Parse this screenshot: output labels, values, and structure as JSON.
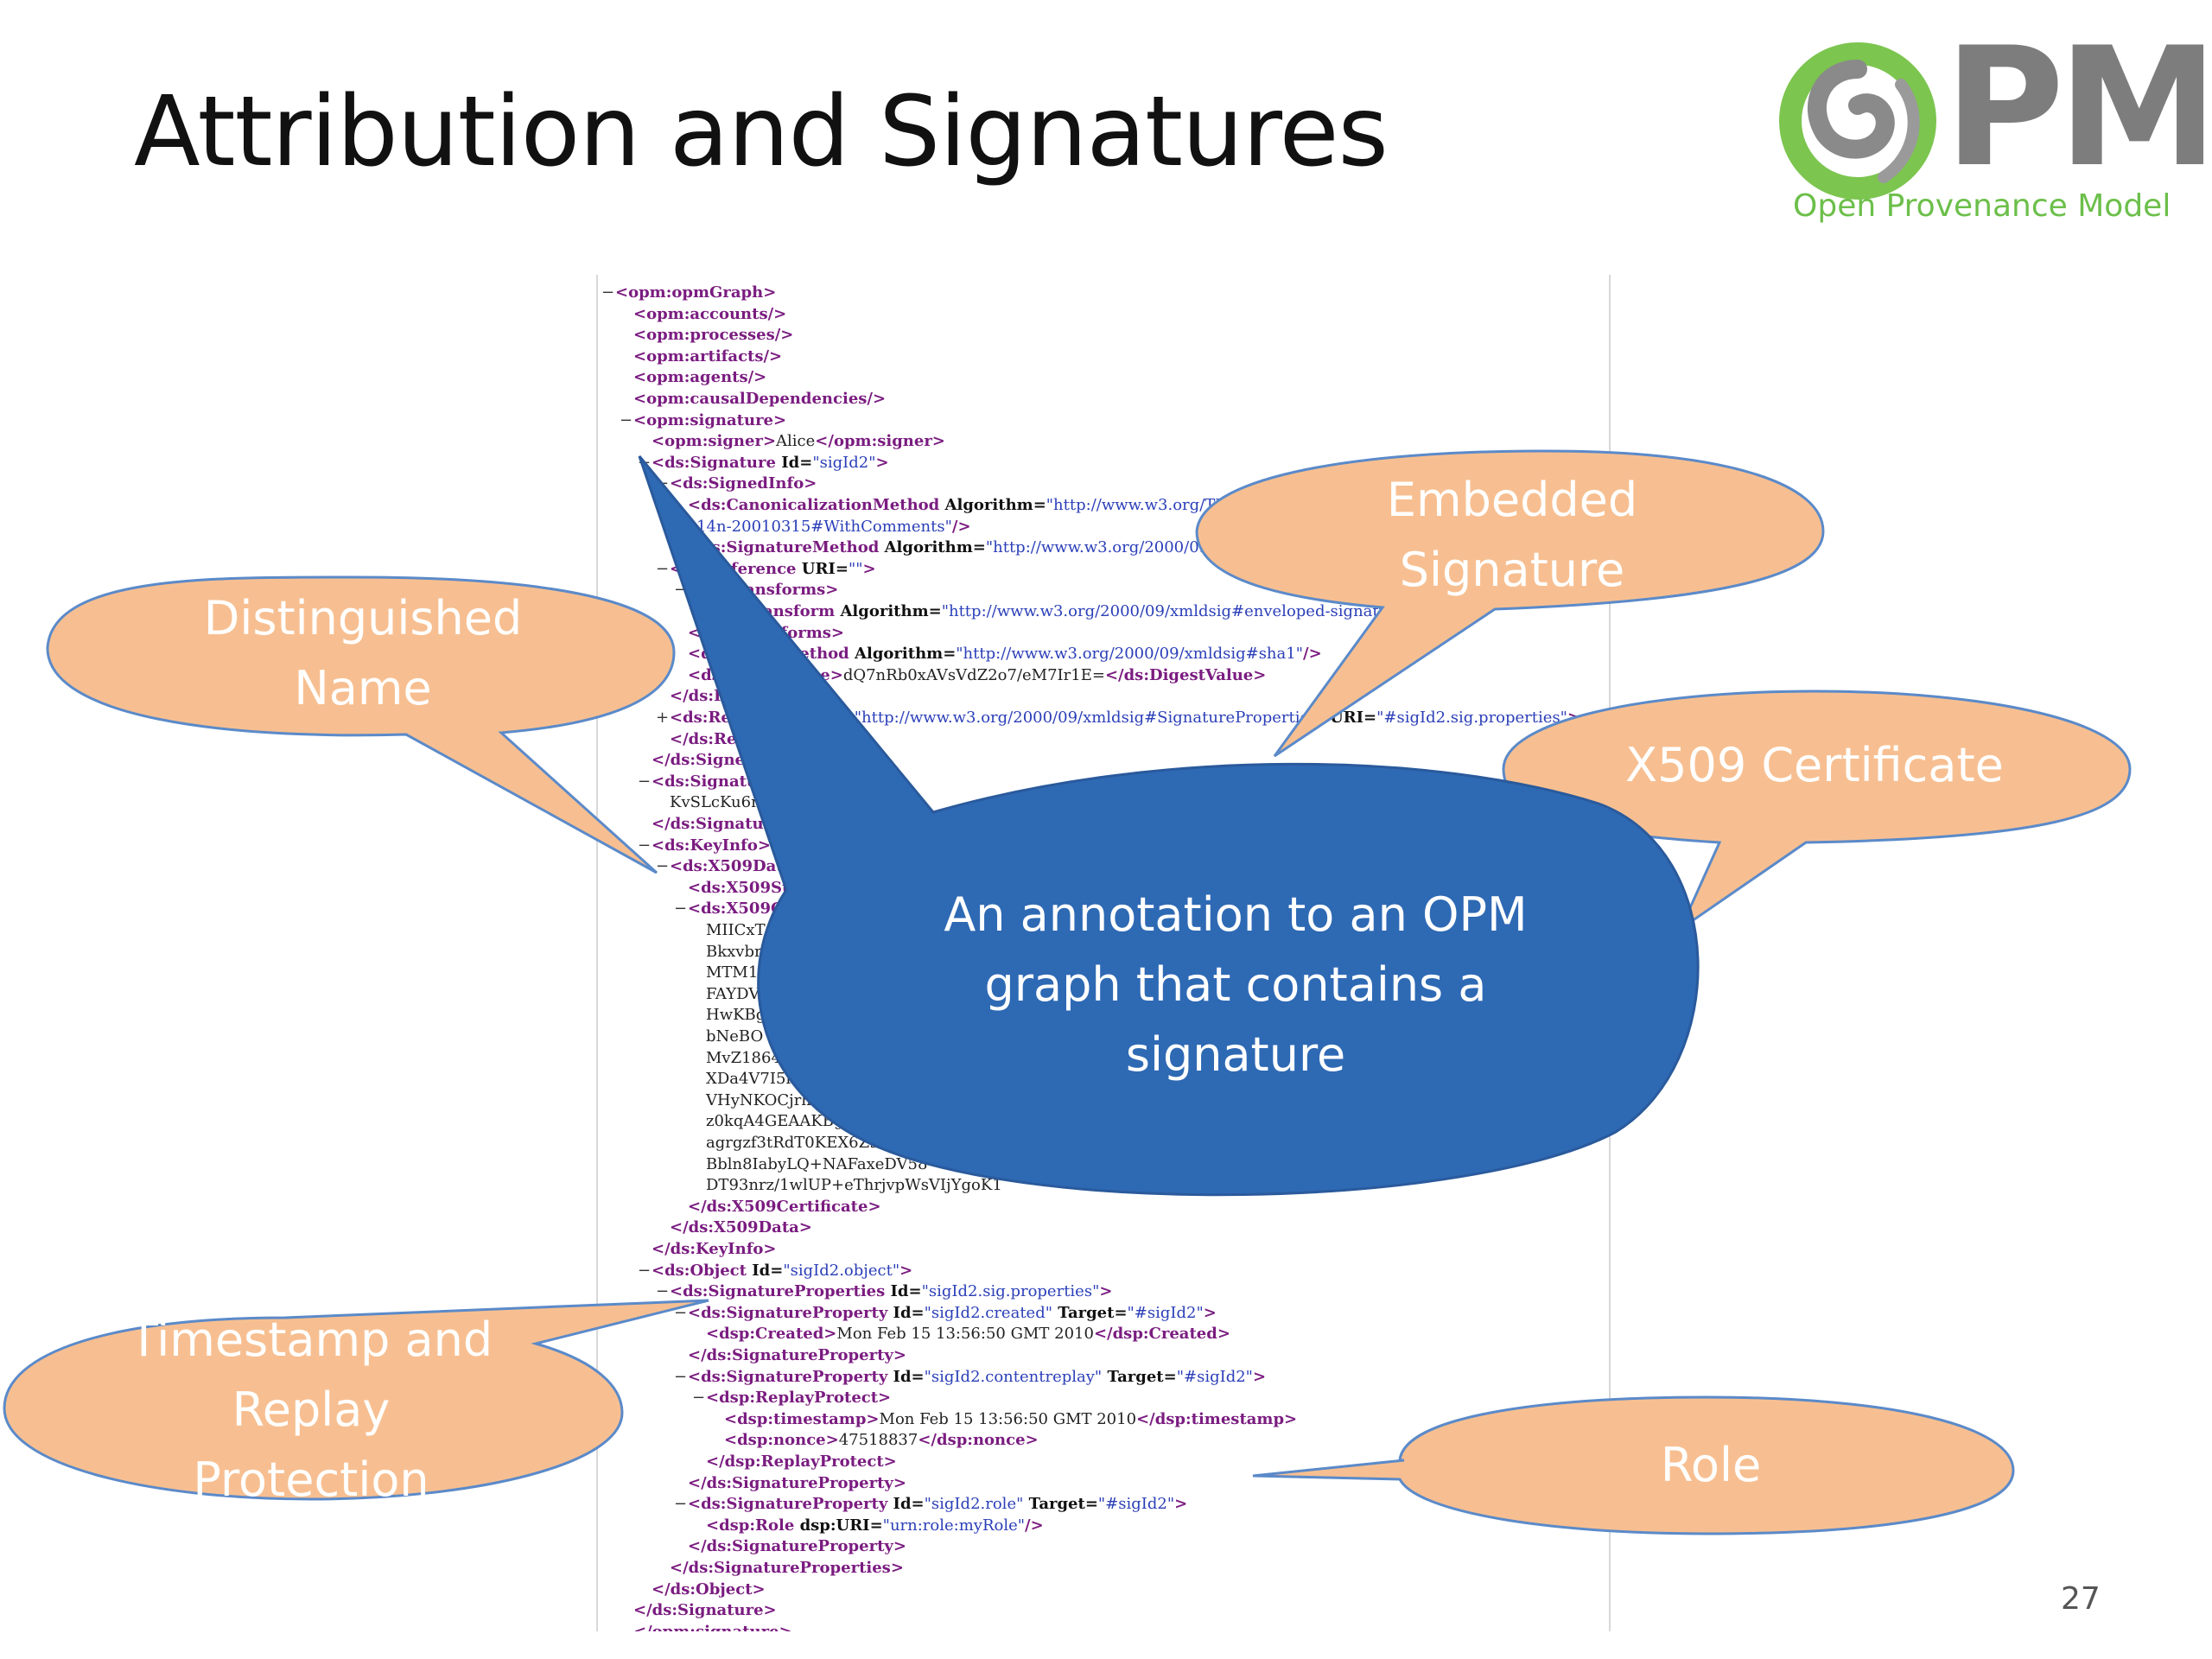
{
  "slide": {
    "title": "Attribution and Signatures",
    "page_number": "27"
  },
  "logo": {
    "letters": "PM",
    "tagline": "Open Provenance Model",
    "colors": {
      "ring": "#7cc54f",
      "swirl": "#8a8a8a",
      "letters": "#7d7d7d",
      "tagline": "#6cbf4a"
    }
  },
  "callouts": {
    "distinguished_name": [
      "Distinguished",
      "Name"
    ],
    "embedded_signature": [
      "Embedded",
      "Signature"
    ],
    "x509_certificate": [
      "X509 Certificate"
    ],
    "annotation": [
      "An annotation to an OPM",
      "graph that contains a",
      "signature"
    ],
    "timestamp": [
      "Timestamp and",
      "Replay",
      "Protection"
    ],
    "role": [
      "Role"
    ]
  },
  "colors": {
    "callout_fill": "#f7bf91",
    "callout_stroke": "#5b8ac9",
    "blue_fill": "#2e69b4",
    "tag": "#7a1c80",
    "value": "#2b3fb8"
  },
  "xml_lines": [
    {
      "indent": 0,
      "toggle": "−",
      "parts": [
        [
          "t",
          "<opm:opmGraph>"
        ]
      ]
    },
    {
      "indent": 1,
      "toggle": "",
      "parts": [
        [
          "t",
          "<opm:accounts/>"
        ]
      ]
    },
    {
      "indent": 1,
      "toggle": "",
      "parts": [
        [
          "t",
          "<opm:processes/>"
        ]
      ]
    },
    {
      "indent": 1,
      "toggle": "",
      "parts": [
        [
          "t",
          "<opm:artifacts/>"
        ]
      ]
    },
    {
      "indent": 1,
      "toggle": "",
      "parts": [
        [
          "t",
          "<opm:agents/>"
        ]
      ]
    },
    {
      "indent": 1,
      "toggle": "",
      "parts": [
        [
          "t",
          "<opm:causalDependencies/>"
        ]
      ]
    },
    {
      "indent": 1,
      "toggle": "−",
      "parts": [
        [
          "t",
          "<opm:signature>"
        ]
      ]
    },
    {
      "indent": 2,
      "toggle": "",
      "parts": [
        [
          "t",
          "<opm:signer>"
        ],
        [
          "x",
          "Alice"
        ],
        [
          "t",
          "</opm:signer>"
        ]
      ]
    },
    {
      "indent": 2,
      "toggle": "−",
      "parts": [
        [
          "t",
          "<ds:Signature "
        ],
        [
          "a",
          "Id="
        ],
        [
          "v",
          "\"sigId2\""
        ],
        [
          "t",
          ">"
        ]
      ]
    },
    {
      "indent": 3,
      "toggle": "−",
      "parts": [
        [
          "t",
          "<ds:SignedInfo>"
        ]
      ]
    },
    {
      "indent": 4,
      "toggle": "",
      "parts": [
        [
          "t",
          "<ds:CanonicalizationMethod "
        ],
        [
          "a",
          "Algorithm="
        ],
        [
          "v",
          "\"http://www.w3.org/TR/2001/REC-xml-"
        ]
      ]
    },
    {
      "indent": 4,
      "toggle": "",
      "parts": [
        [
          "v",
          "c14n-20010315#WithComments\""
        ],
        [
          "t",
          "/>"
        ]
      ]
    },
    {
      "indent": 4,
      "toggle": "",
      "parts": [
        [
          "t",
          "<ds:SignatureMethod "
        ],
        [
          "a",
          "Algorithm="
        ],
        [
          "v",
          "\"http://www.w3.org/2000/09/xmldsig#rsa-sha1\""
        ],
        [
          "t",
          "/>"
        ]
      ]
    },
    {
      "indent": 3,
      "toggle": "−",
      "parts": [
        [
          "t",
          "<ds:Reference "
        ],
        [
          "a",
          "URI="
        ],
        [
          "v",
          "\"\""
        ],
        [
          "t",
          ">"
        ]
      ]
    },
    {
      "indent": 4,
      "toggle": "−",
      "parts": [
        [
          "t",
          "<ds:Transforms>"
        ]
      ]
    },
    {
      "indent": 5,
      "toggle": "",
      "parts": [
        [
          "t",
          "<ds:Transform "
        ],
        [
          "a",
          "Algorithm="
        ],
        [
          "v",
          "\"http://www.w3.org/2000/09/xmldsig#enveloped-signature\""
        ],
        [
          "t",
          "/>"
        ]
      ]
    },
    {
      "indent": 4,
      "toggle": "",
      "parts": [
        [
          "t",
          "</ds:Transforms>"
        ]
      ]
    },
    {
      "indent": 4,
      "toggle": "",
      "parts": [
        [
          "t",
          "<ds:DigestMethod "
        ],
        [
          "a",
          "Algorithm="
        ],
        [
          "v",
          "\"http://www.w3.org/2000/09/xmldsig#sha1\""
        ],
        [
          "t",
          "/>"
        ]
      ]
    },
    {
      "indent": 4,
      "toggle": "",
      "parts": [
        [
          "t",
          "<ds:DigestValue>"
        ],
        [
          "x",
          "dQ7nRb0xAVsVdZ2o7/eM7Ir1E="
        ],
        [
          "t",
          "</ds:DigestValue>"
        ]
      ]
    },
    {
      "indent": 3,
      "toggle": "",
      "parts": [
        [
          "t",
          "</ds:Reference>"
        ]
      ]
    },
    {
      "indent": 3,
      "toggle": "+",
      "parts": [
        [
          "t",
          "<ds:Reference "
        ],
        [
          "a",
          "Type="
        ],
        [
          "v",
          "\"http://www.w3.org/2000/09/xmldsig#SignatureProperties\""
        ],
        [
          "a",
          " URI="
        ],
        [
          "v",
          "\"#sigId2.sig.properties\""
        ],
        [
          "t",
          ">"
        ]
      ]
    },
    {
      "indent": 3,
      "toggle": "",
      "parts": [
        [
          "t",
          "</ds:Reference>"
        ]
      ]
    },
    {
      "indent": 2,
      "toggle": "",
      "parts": [
        [
          "t",
          "</ds:SignedInfo>"
        ]
      ]
    },
    {
      "indent": 2,
      "toggle": "−",
      "parts": [
        [
          "t",
          "<ds:SignatureValue>"
        ]
      ]
    },
    {
      "indent": 3,
      "toggle": "",
      "parts": [
        [
          "x",
          "KvSLcKu6nluGeihPVym2nVm9c"
        ]
      ]
    },
    {
      "indent": 2,
      "toggle": "",
      "parts": [
        [
          "t",
          "</ds:SignatureValue>"
        ]
      ]
    },
    {
      "indent": 2,
      "toggle": "−",
      "parts": [
        [
          "t",
          "<ds:KeyInfo>"
        ]
      ]
    },
    {
      "indent": 3,
      "toggle": "−",
      "parts": [
        [
          "t",
          "<ds:X509Data>"
        ]
      ]
    },
    {
      "indent": 4,
      "toggle": "",
      "parts": [
        [
          "t",
          "<ds:X509SubjectName>"
        ]
      ]
    },
    {
      "indent": 4,
      "toggle": "−",
      "parts": [
        [
          "t",
          "<ds:X509Certificate>"
        ]
      ]
    },
    {
      "indent": 5,
      "toggle": "",
      "parts": [
        [
          "x",
          "MIICxTCCAi6gAwIBAgIJ"
        ]
      ]
    },
    {
      "indent": 5,
      "toggle": "",
      "parts": [
        [
          "x",
          "Bkxvbm"
        ]
      ]
    },
    {
      "indent": 5,
      "toggle": "",
      "parts": [
        [
          "x",
          "MTM1"
        ]
      ]
    },
    {
      "indent": 5,
      "toggle": "",
      "parts": [
        [
          "x",
          "FAYDV"
        ]
      ]
    },
    {
      "indent": 5,
      "toggle": "",
      "parts": [
        [
          "x",
          "HwKBg"
        ]
      ]
    },
    {
      "indent": 5,
      "toggle": "",
      "parts": [
        [
          "x",
          "bNeBO"
        ]
      ]
    },
    {
      "indent": 5,
      "toggle": "",
      "parts": [
        [
          "x",
          "MvZ1864"
        ]
      ]
    },
    {
      "indent": 5,
      "toggle": "",
      "parts": [
        [
          "x",
          "XDa4V7I5lk"
        ]
      ]
    },
    {
      "indent": 5,
      "toggle": "",
      "parts": [
        [
          "x",
          "VHyNKOCjrh4"
        ]
      ]
    },
    {
      "indent": 5,
      "toggle": "",
      "parts": [
        [
          "x",
          "z0kqA4GEAAKBgQ"
        ]
      ]
    },
    {
      "indent": 5,
      "toggle": "",
      "parts": [
        [
          "x",
          "agrgzf3tRdT0KEX6Z9"
        ]
      ]
    },
    {
      "indent": 5,
      "toggle": "",
      "parts": [
        [
          "x",
          "Bbln8IabyLQ+NAFaxeDV58"
        ]
      ]
    },
    {
      "indent": 5,
      "toggle": "",
      "parts": [
        [
          "x",
          "DT93nrz/1wlUP+eThrjvpWsVIjYgoK1"
        ]
      ]
    },
    {
      "indent": 4,
      "toggle": "",
      "parts": [
        [
          "t",
          "</ds:X509Certificate>"
        ]
      ]
    },
    {
      "indent": 3,
      "toggle": "",
      "parts": [
        [
          "t",
          "</ds:X509Data>"
        ]
      ]
    },
    {
      "indent": 2,
      "toggle": "",
      "parts": [
        [
          "t",
          "</ds:KeyInfo>"
        ]
      ]
    },
    {
      "indent": 2,
      "toggle": "−",
      "parts": [
        [
          "t",
          "<ds:Object "
        ],
        [
          "a",
          "Id="
        ],
        [
          "v",
          "\"sigId2.object\""
        ],
        [
          "t",
          ">"
        ]
      ]
    },
    {
      "indent": 3,
      "toggle": "−",
      "parts": [
        [
          "t",
          "<ds:SignatureProperties "
        ],
        [
          "a",
          "Id="
        ],
        [
          "v",
          "\"sigId2.sig.properties\""
        ],
        [
          "t",
          ">"
        ]
      ]
    },
    {
      "indent": 4,
      "toggle": "−",
      "parts": [
        [
          "t",
          "<ds:SignatureProperty "
        ],
        [
          "a",
          "Id="
        ],
        [
          "v",
          "\"sigId2.created\""
        ],
        [
          "a",
          " Target="
        ],
        [
          "v",
          "\"#sigId2\""
        ],
        [
          "t",
          ">"
        ]
      ]
    },
    {
      "indent": 5,
      "toggle": "",
      "parts": [
        [
          "t",
          "<dsp:Created>"
        ],
        [
          "x",
          "Mon Feb 15 13:56:50 GMT 2010"
        ],
        [
          "t",
          "</dsp:Created>"
        ]
      ]
    },
    {
      "indent": 4,
      "toggle": "",
      "parts": [
        [
          "t",
          "</ds:SignatureProperty>"
        ]
      ]
    },
    {
      "indent": 4,
      "toggle": "−",
      "parts": [
        [
          "t",
          "<ds:SignatureProperty "
        ],
        [
          "a",
          "Id="
        ],
        [
          "v",
          "\"sigId2.contentreplay\""
        ],
        [
          "a",
          " Target="
        ],
        [
          "v",
          "\"#sigId2\""
        ],
        [
          "t",
          ">"
        ]
      ]
    },
    {
      "indent": 5,
      "toggle": "−",
      "parts": [
        [
          "t",
          "<dsp:ReplayProtect>"
        ]
      ]
    },
    {
      "indent": 6,
      "toggle": "",
      "parts": [
        [
          "t",
          "<dsp:timestamp>"
        ],
        [
          "x",
          "Mon Feb 15 13:56:50 GMT 2010"
        ],
        [
          "t",
          "</dsp:timestamp>"
        ]
      ]
    },
    {
      "indent": 6,
      "toggle": "",
      "parts": [
        [
          "t",
          "<dsp:nonce>"
        ],
        [
          "x",
          "47518837"
        ],
        [
          "t",
          "</dsp:nonce>"
        ]
      ]
    },
    {
      "indent": 5,
      "toggle": "",
      "parts": [
        [
          "t",
          "</dsp:ReplayProtect>"
        ]
      ]
    },
    {
      "indent": 4,
      "toggle": "",
      "parts": [
        [
          "t",
          "</ds:SignatureProperty>"
        ]
      ]
    },
    {
      "indent": 4,
      "toggle": "−",
      "parts": [
        [
          "t",
          "<ds:SignatureProperty "
        ],
        [
          "a",
          "Id="
        ],
        [
          "v",
          "\"sigId2.role\""
        ],
        [
          "a",
          " Target="
        ],
        [
          "v",
          "\"#sigId2\""
        ],
        [
          "t",
          ">"
        ]
      ]
    },
    {
      "indent": 5,
      "toggle": "",
      "parts": [
        [
          "t",
          "<dsp:Role "
        ],
        [
          "a",
          "dsp:URI="
        ],
        [
          "v",
          "\"urn:role:myRole\""
        ],
        [
          "t",
          "/>"
        ]
      ]
    },
    {
      "indent": 4,
      "toggle": "",
      "parts": [
        [
          "t",
          "</ds:SignatureProperty>"
        ]
      ]
    },
    {
      "indent": 3,
      "toggle": "",
      "parts": [
        [
          "t",
          "</ds:SignatureProperties>"
        ]
      ]
    },
    {
      "indent": 2,
      "toggle": "",
      "parts": [
        [
          "t",
          "</ds:Object>"
        ]
      ]
    },
    {
      "indent": 1,
      "toggle": "",
      "parts": [
        [
          "t",
          "</ds:Signature>"
        ]
      ]
    },
    {
      "indent": 1,
      "toggle": "",
      "parts": [
        [
          "t",
          "</opm:signature>"
        ]
      ]
    }
  ]
}
